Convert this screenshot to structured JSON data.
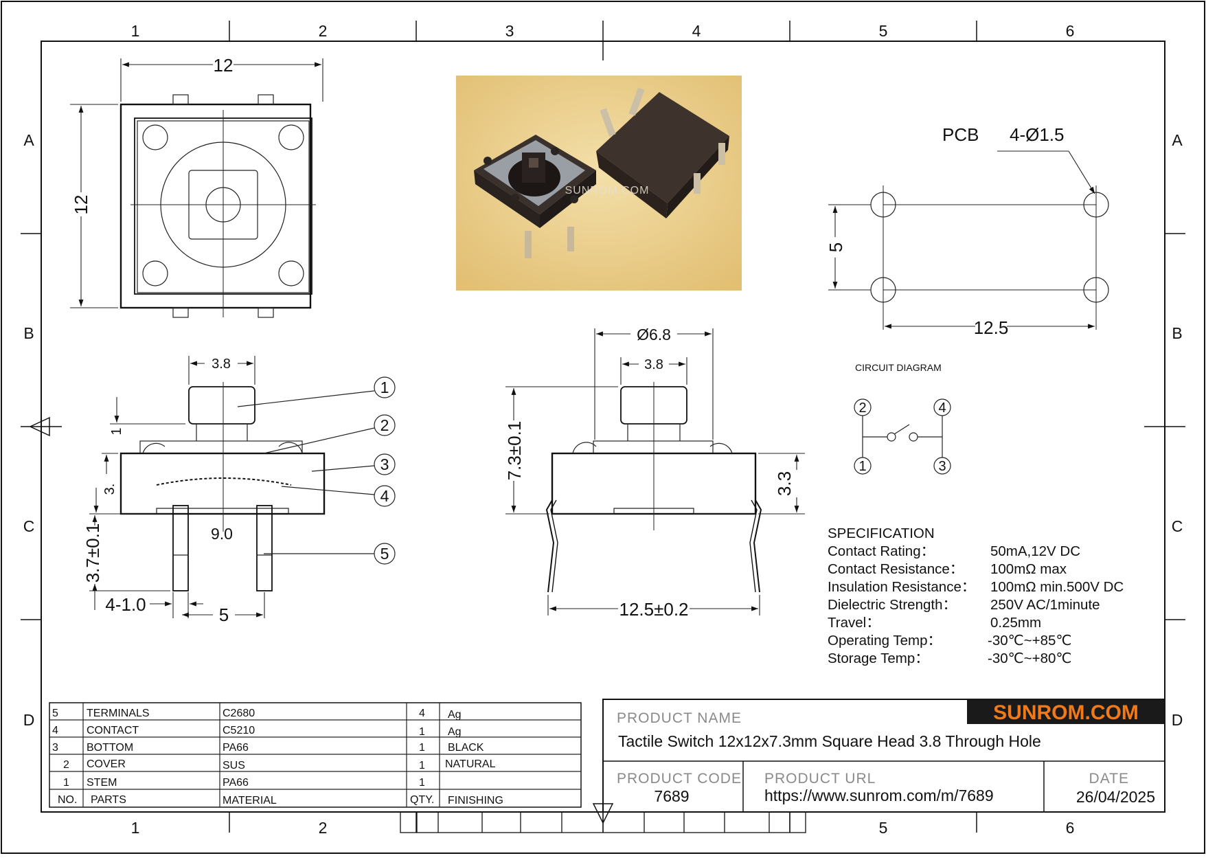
{
  "border": {
    "columns": [
      "1",
      "2",
      "3",
      "4",
      "5",
      "6"
    ],
    "rows": [
      "A",
      "B",
      "C",
      "D"
    ]
  },
  "top_view": {
    "width": "12",
    "height": "12"
  },
  "side_view": {
    "stem_width": "3.8",
    "stem_height": "1",
    "body_height": "3.",
    "pin_length": "3.7±0.1",
    "bottom": "9.0",
    "pin_width": "4-1.0",
    "pin_spacing": "5",
    "callouts": [
      "1",
      "2",
      "3",
      "4",
      "5"
    ]
  },
  "front_view": {
    "cap_diameter": "Ø6.8",
    "stem_width": "3.8",
    "total_height": "7.3±0.1",
    "body_height": "3.3",
    "pin_span": "12.5±0.2"
  },
  "pcb": {
    "label": "PCB",
    "holes": "4-Ø1.5",
    "vertical": "5",
    "horizontal": "12.5"
  },
  "photo": {
    "watermark": "SUNROM.COM"
  },
  "circuit": {
    "title": "CIRCUIT  DIAGRAM",
    "pins": [
      "2",
      "4",
      "1",
      "3"
    ]
  },
  "specification": {
    "title": "SPECIFICATION",
    "rows": [
      {
        "label": "Contact  Rating：",
        "value": "50mA,12V DC"
      },
      {
        "label": "Contact  Resistance：",
        "value": "100mΩ max"
      },
      {
        "label": "Insulation Resistance：",
        "value": "100mΩ min.500V DC"
      },
      {
        "label": "Dielectric  Strength：",
        "value": "250V AC/1minute"
      },
      {
        "label": "Travel：",
        "value": "0.25mm"
      },
      {
        "label": "Operating Temp：",
        "value": "-30℃~+85℃"
      },
      {
        "label": "Storage Temp：",
        "value": "-30℃~+80℃"
      }
    ]
  },
  "bom": {
    "rows": [
      {
        "no": "5",
        "part": "TERMINALS",
        "material": "C2680",
        "qty": "4",
        "finish": "Ag"
      },
      {
        "no": "4",
        "part": "CONTACT",
        "material": "C5210",
        "qty": "1",
        "finish": "Ag"
      },
      {
        "no": "3",
        "part": "BOTTOM",
        "material": "PA66",
        "qty": "1",
        "finish": "BLACK"
      },
      {
        "no": "2",
        "part": "COVER",
        "material": "SUS",
        "qty": "1",
        "finish": "NATURAL"
      },
      {
        "no": "1",
        "part": "STEM",
        "material": "PA66",
        "qty": "1",
        "finish": ""
      }
    ],
    "header": {
      "no": "NO.",
      "part": "PARTS",
      "material": "MATERIAL",
      "qty": "QTY.",
      "finish": "FINISHING"
    }
  },
  "title_block": {
    "brand": "SUNROM.COM",
    "brand_color": "#f07a1a",
    "product_name_label": "PRODUCT NAME",
    "product_name": "Tactile Switch 12x12x7.3mm Square Head 3.8 Through Hole",
    "product_code_label": "PRODUCT CODE",
    "product_code": "7689",
    "product_url_label": "PRODUCT URL",
    "product_url": "https://www.sunrom.com/m/7689",
    "date_label": "DATE",
    "date": "26/04/2025"
  }
}
